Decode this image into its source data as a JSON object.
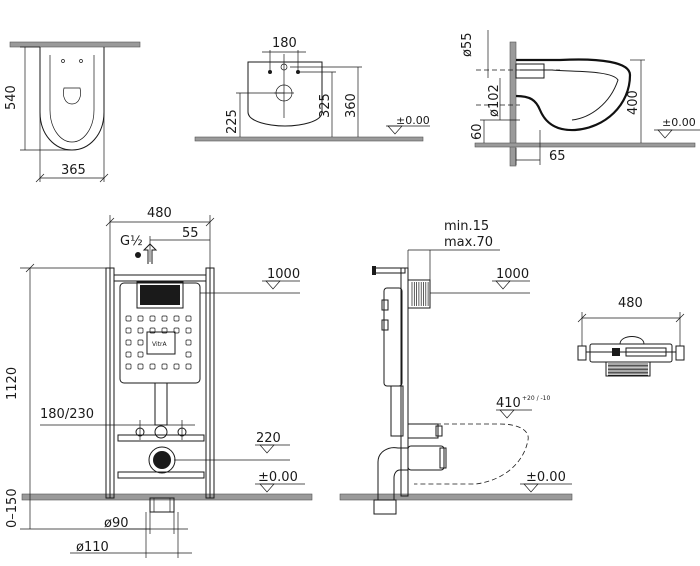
{
  "top_row": {
    "bowl_top": {
      "depth": "540",
      "width": "365"
    },
    "bowl_front": {
      "spacing": "180",
      "height_left": "225",
      "height_inner": "325",
      "height_right": "360",
      "level": "±0.00"
    },
    "bowl_side": {
      "pipe_top": "ø55",
      "pipe_bottom": "ø102",
      "height": "400",
      "low": "60",
      "offset": "65",
      "level": "±0.00"
    }
  },
  "frame_front": {
    "width": "480",
    "inlet": "G½",
    "inlet_offset": "55",
    "height": "1120",
    "range": "0–150",
    "bolt_spacing": "180/230",
    "outlet_height": "220",
    "flush_height": "1000",
    "level": "±0.00",
    "outlet_small": "ø90",
    "outlet_large": "ø110",
    "logo": "VitrA"
  },
  "frame_side": {
    "depth_min": "min.15",
    "depth_max": "max.70",
    "flush_height": "1000",
    "bowl_height": "410",
    "bowl_tol": "+20 / -10",
    "level": "±0.00"
  },
  "frame_top": {
    "width": "480"
  },
  "colors": {
    "line": "#1a1a1a",
    "floor": "#9a9a9a"
  }
}
